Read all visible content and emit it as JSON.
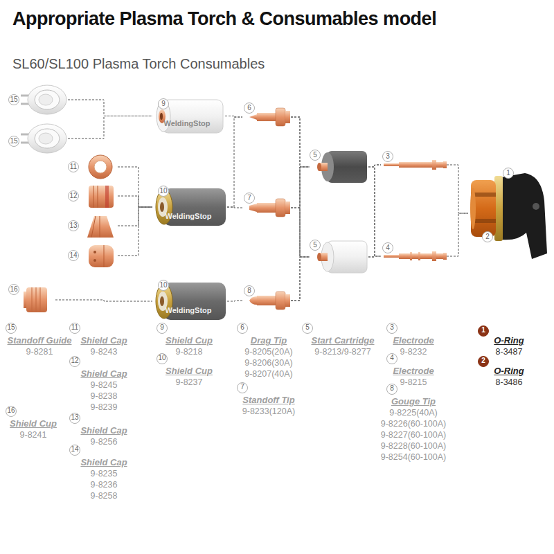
{
  "diagram": {
    "title": "Appropriate Plasma Torch & Consumables model",
    "nodes": [
      {
        "text": [
          "15"
        ]
      },
      {
        "text": [
          "15"
        ]
      },
      {
        "text": [
          "9"
        ]
      },
      {
        "text": [
          "6"
        ]
      },
      {
        "text": [
          "11"
        ]
      },
      {
        "text": [
          "12"
        ]
      },
      {
        "text": [
          "13"
        ]
      },
      {
        "text": [
          "14"
        ]
      },
      {
        "text": [
          "10"
        ]
      },
      {
        "text": [
          "7"
        ]
      },
      {
        "text": [
          "5"
        ]
      },
      {
        "text": [
          "3"
        ]
      },
      {
        "text": [
          "1",
          "2"
        ]
      },
      {
        "text": [
          "5"
        ]
      },
      {
        "text": [
          "4"
        ]
      },
      {
        "text": [
          "16"
        ]
      },
      {
        "text": [
          "10"
        ]
      },
      {
        "text": [
          "8"
        ]
      }
    ],
    "edges": [
      {
        "from": 0,
        "to": 2,
        "arrow": "none"
      },
      {
        "from": 1,
        "to": 2,
        "arrow": "none"
      },
      {
        "from": 2,
        "to": 3,
        "arrow": "none"
      },
      {
        "from": 4,
        "to": 8,
        "arrow": "none"
      },
      {
        "from": 5,
        "to": 8,
        "arrow": "none"
      },
      {
        "from": 6,
        "to": 8,
        "arrow": "none"
      },
      {
        "from": 7,
        "to": 8,
        "arrow": "none"
      },
      {
        "from": 8,
        "to": 3,
        "arrow": "none"
      },
      {
        "from": 8,
        "to": 9,
        "arrow": "none"
      },
      {
        "from": 15,
        "to": 16,
        "arrow": "none"
      },
      {
        "from": 16,
        "to": 17,
        "arrow": "none"
      },
      {
        "from": 3,
        "to": 10,
        "arrow": "none"
      },
      {
        "from": 3,
        "to": 13,
        "arrow": "none"
      },
      {
        "from": 9,
        "to": 10,
        "arrow": "none"
      },
      {
        "from": 9,
        "to": 13,
        "arrow": "none"
      },
      {
        "from": 17,
        "to": 10,
        "arrow": "none"
      },
      {
        "from": 17,
        "to": 13,
        "arrow": "none"
      },
      {
        "from": 10,
        "to": 11,
        "arrow": "none"
      },
      {
        "from": 10,
        "to": 14,
        "arrow": "none"
      },
      {
        "from": 13,
        "to": 11,
        "arrow": "none"
      },
      {
        "from": 13,
        "to": 14,
        "arrow": "none"
      },
      {
        "from": 11,
        "to": 12,
        "arrow": "none"
      },
      {
        "from": 14,
        "to": 12,
        "arrow": "none"
      }
    ],
    "labels": [
      "SL60/SL100 Plasma Torch Consumables",
      "WeldingStop",
      "WeldingStop",
      "WeldingStop",
      "15",
      "Standoff Guide",
      "9-8281",
      "16",
      "Shield Cup",
      "9-8241",
      "11",
      "Shield Cap",
      "9-8243",
      "12",
      "Shield Cap",
      "9-8245",
      "9-8238",
      "9-8239",
      "13",
      "Shield Cap",
      "9-8256",
      "14",
      "Shield Cap",
      "9-8235",
      "9-8236",
      "9-8258",
      "9",
      "Shield Cup",
      "9-8218",
      "10",
      "Shield Cup",
      "9-8237",
      "6",
      "Drag Tip",
      "9-8205(20A)",
      "9-8206(30A)",
      "9-8207(40A)",
      "7",
      "Standoff Tip",
      "9-8233(120A)",
      "5",
      "Start Cartridge",
      "9-8213/9-8277",
      "3",
      "Electrode",
      "9-8232",
      "4",
      "Electrode",
      "9-8215",
      "8",
      "Gouge Tip",
      "9-8225(40A)",
      "9-8226(60-100A)",
      "9-8227(60-100A)",
      "9-8228(60-100A)",
      "9-8254(60-100A)",
      "1",
      "O-Ring",
      "8-3487",
      "2",
      "O-Ring",
      "8-3486"
    ]
  }
}
